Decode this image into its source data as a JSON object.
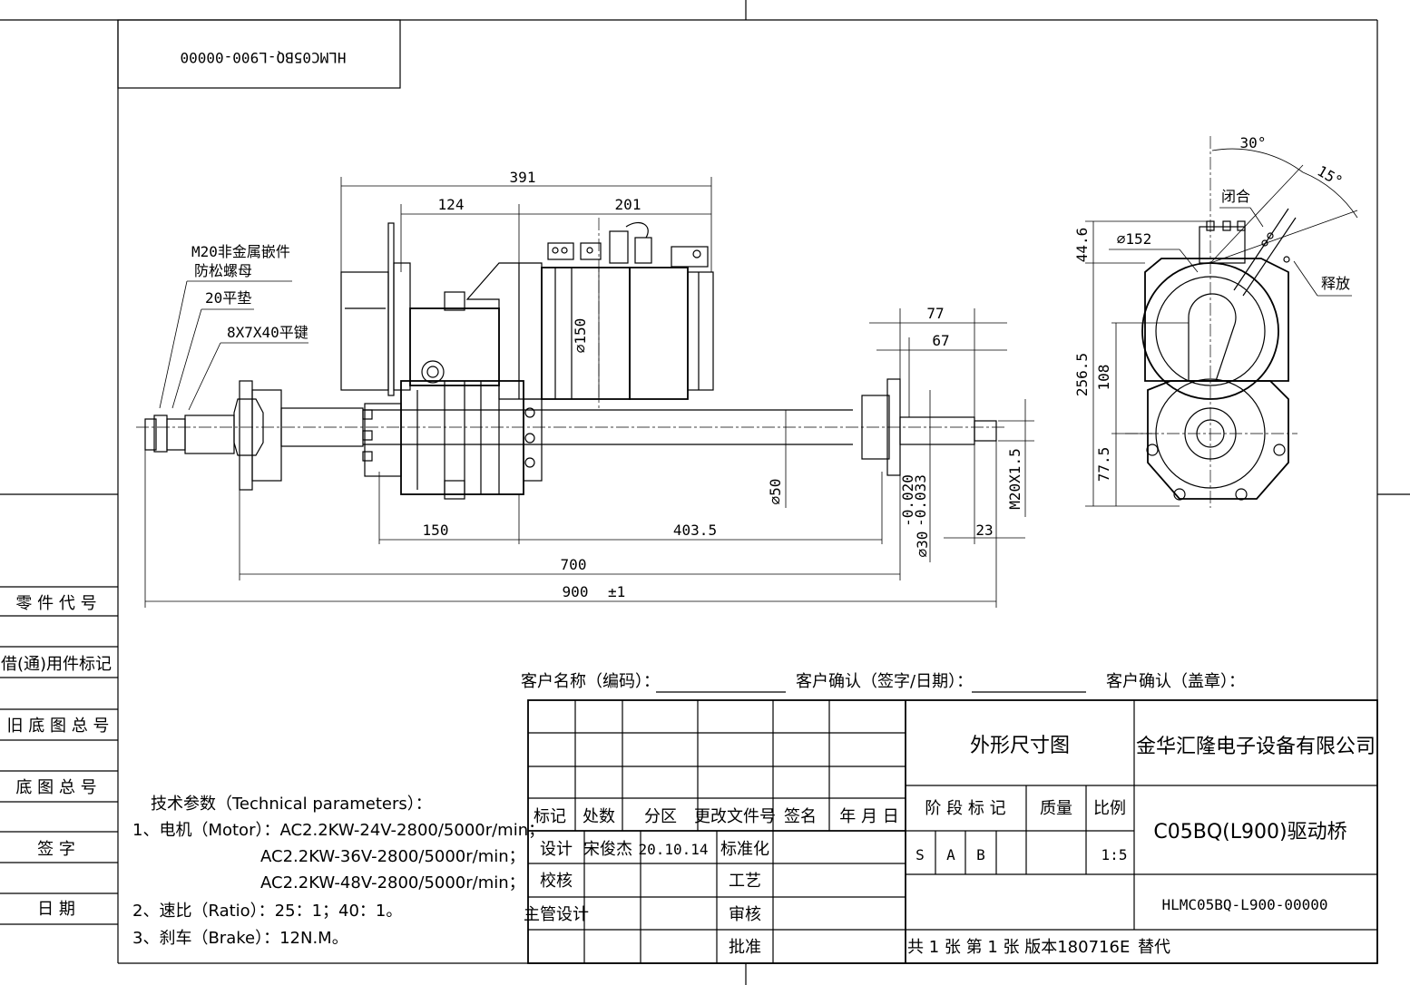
{
  "drawing": {
    "number_box": "HLMC05BQ-L900-00000",
    "title_name": "外形尺寸图",
    "company": "金华汇隆电子设备有限公司",
    "product": "C05BQ(L900)驱动桥",
    "drawing_no": "HLMC05BQ-L900-00000",
    "scale": "1:5",
    "stages": [
      "S",
      "A",
      "B"
    ],
    "sheet_info": "共 1 张 第 1 张  版本180716E",
    "replace_label": "替代"
  },
  "left_column": {
    "part_code": "零 件 代 号",
    "borrowed_mark": "借(通)用件标记",
    "old_base_no": "旧 底 图 总 号",
    "base_no": "底 图 总 号",
    "signature": "签  字",
    "date": "日  期"
  },
  "customer": {
    "name_label": "客户名称（编码）：",
    "confirm_sign_label": "客户确认（签字/日期）：",
    "confirm_seal_label": "客户确认（盖章）："
  },
  "title_block": {
    "col_headers": [
      "标记",
      "处数",
      "分区",
      "更改文件号",
      "签名",
      "年 月 日"
    ],
    "stage_header": "阶 段 标 记",
    "mass_header": "质量",
    "scale_header": "比例",
    "design_label": "设计",
    "designer": "宋俊杰",
    "design_date": "20.10.14",
    "standard_label": "标准化",
    "check_label": "校核",
    "process_label": "工艺",
    "chief_label": "主管设计",
    "review_label": "审核",
    "approve_label": "批准"
  },
  "tech_params": {
    "heading": "技术参数（Technical parameters）：",
    "line1": "1、电机（Motor）：AC2.2KW-24V-2800/5000r/min；",
    "line2": "AC2.2KW-36V-2800/5000r/min；",
    "line3": "AC2.2KW-48V-2800/5000r/min；",
    "line4": "2、速比（Ratio）：25：1；40：1。",
    "line5": "3、刹车（Brake）：12N.M。"
  },
  "dimensions": {
    "d391": "391",
    "d124": "124",
    "d201": "201",
    "d150": "150",
    "d403_5": "403.5",
    "d700": "700",
    "d900": "900",
    "d900_tol": "±1",
    "phi150": "∅150",
    "phi50": "∅50",
    "phi30": "∅30",
    "tol_upper": "-0.020",
    "tol_lower": "-0.033",
    "d77": "77",
    "d67": "67",
    "d23": "23",
    "m20": "M20X1.5",
    "d44_6": "44.6",
    "d256_5": "256.5",
    "d108": "108",
    "d77_5": "77.5",
    "phi152": "∅152",
    "a30": "30°",
    "a15": "15°"
  },
  "callouts": {
    "nut_1": "M20非金属嵌件",
    "nut_2": "防松螺母",
    "washer": "20平垫",
    "key": "8X7X40平键",
    "close": "闭合",
    "release": "释放"
  }
}
